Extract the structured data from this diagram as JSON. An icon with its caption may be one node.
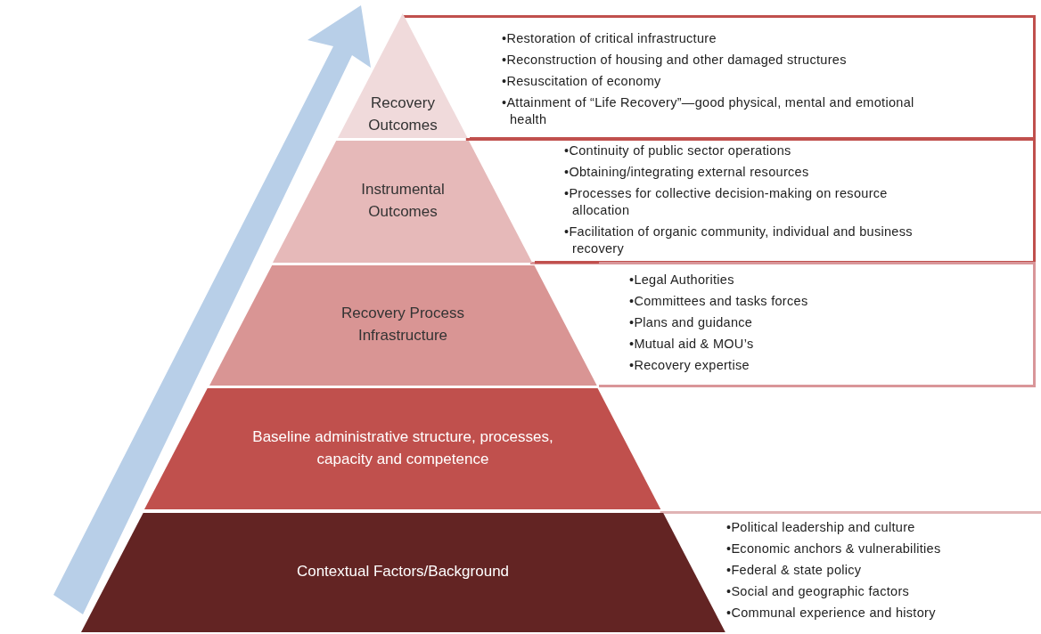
{
  "diagram": {
    "nodes": [
      {
        "text": [
          "Recovery Outcomes"
        ]
      },
      {
        "text": [
          "•Restoration of critical infrastructure",
          "•Reconstruction of housing and other damaged structures",
          "•Resuscitation of economy",
          "•Attainment of “Life Recovery”—good physical, mental and emotional health"
        ]
      },
      {
        "text": [
          "Instrumental Outcomes"
        ]
      },
      {
        "text": [
          "•Continuity of public sector operations",
          "•Obtaining/integrating external resources",
          "•Processes for collective decision-making on resource allocation",
          "•Facilitation of organic community, individual and business recovery"
        ]
      },
      {
        "text": [
          "Recovery Process Infrastructure"
        ]
      },
      {
        "text": [
          "•Legal Authorities",
          "•Committees and tasks forces",
          "•Plans and guidance",
          "•Mutual aid & MOU’s",
          "•Recovery expertise"
        ]
      },
      {
        "text": [
          "Baseline administrative structure, processes, capacity and competence"
        ]
      },
      {
        "text": [
          "Contextual Factors/Background"
        ]
      },
      {
        "text": [
          "•Political leadership and culture",
          "•Economic anchors & vulnerabilities",
          "•Federal & state policy",
          "•Social and geographic factors",
          "•Communal experience and history"
        ]
      }
    ]
  }
}
